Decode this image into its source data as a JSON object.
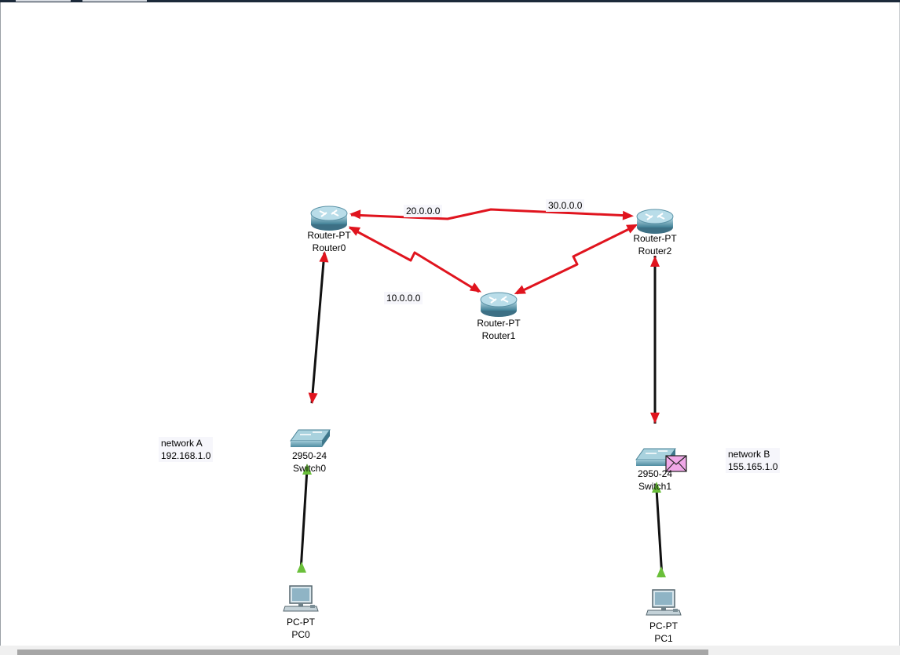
{
  "devices": [
    {
      "id": "router0",
      "model": "Router-PT",
      "name": "Router0",
      "kind": "router-icon"
    },
    {
      "id": "router1",
      "model": "Router-PT",
      "name": "Router1",
      "kind": "router-icon"
    },
    {
      "id": "router2",
      "model": "Router-PT",
      "name": "Router2",
      "kind": "router-icon"
    },
    {
      "id": "switch0",
      "model": "2950-24",
      "name": "Switch0",
      "kind": "switch-icon"
    },
    {
      "id": "switch1",
      "model": "2950-24",
      "name": "Switch1",
      "kind": "switch-icon"
    },
    {
      "id": "pc0",
      "model": "PC-PT",
      "name": "PC0",
      "kind": "pc-icon"
    },
    {
      "id": "pc1",
      "model": "PC-PT",
      "name": "PC1",
      "kind": "pc-icon"
    }
  ],
  "links": [
    {
      "from": "router0",
      "to": "router2",
      "type": "serial",
      "status": "down"
    },
    {
      "from": "router0",
      "to": "router1",
      "type": "serial",
      "status": "down"
    },
    {
      "from": "router1",
      "to": "router2",
      "type": "serial",
      "status": "down"
    },
    {
      "from": "router0",
      "to": "switch0",
      "type": "straight",
      "status": "down"
    },
    {
      "from": "router2",
      "to": "switch1",
      "type": "straight",
      "status": "down"
    },
    {
      "from": "switch0",
      "to": "pc0",
      "type": "straight",
      "status": "up"
    },
    {
      "from": "switch1",
      "to": "pc1",
      "type": "straight",
      "status": "up"
    }
  ],
  "link_labels": {
    "r0_r2": "20.0.0.0",
    "r1_r2": "30.0.0.0",
    "r0_r1": "10.0.0.0"
  },
  "networks": {
    "a": {
      "name": "network A",
      "address": "192.168.1.0"
    },
    "b": {
      "name": "network B",
      "address": "155.165.1.0"
    }
  },
  "pdu": {
    "icon": "envelope-icon",
    "at": "switch1"
  },
  "colors": {
    "link_down": "#e0141e",
    "link_up_marker": "#6abf3a",
    "cable": "#111111",
    "label_bg": "#f6f6fb",
    "pdu_fill": "#f0a8e8"
  }
}
